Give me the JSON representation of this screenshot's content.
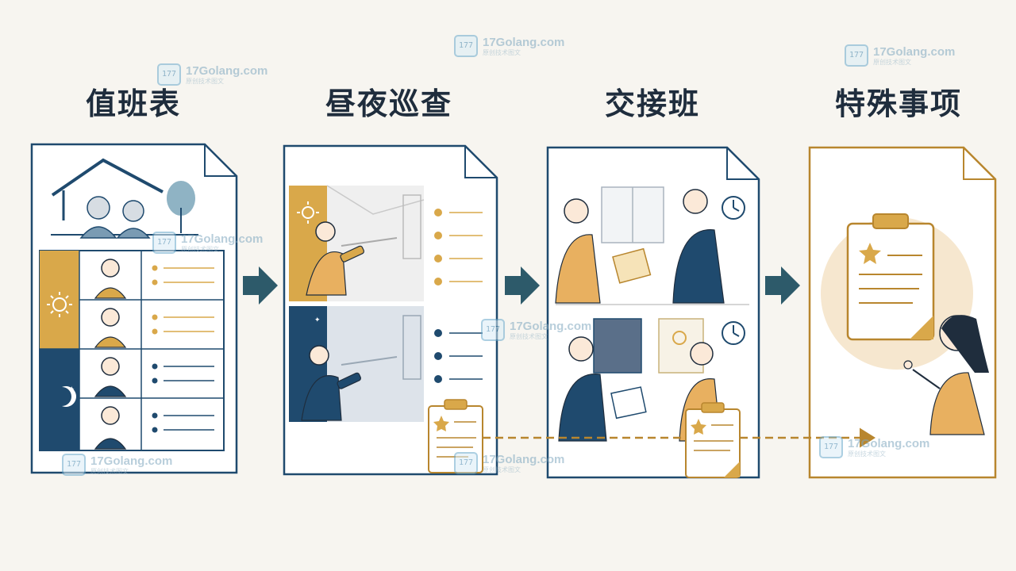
{
  "titles": {
    "duty_roster": "值班表",
    "day_night_patrol": "昼夜巡查",
    "shift_handover": "交接班",
    "special_matters": "特殊事项"
  },
  "watermark": {
    "brand": "17Golang.com",
    "sub": "原创技术图文"
  },
  "colors": {
    "navy": "#1f4a6e",
    "gold": "#d9a84a",
    "arrow": "#2d5a6a",
    "accent_line": "#b8862e",
    "background": "#f7f5f0"
  },
  "icons": [
    "sun-icon",
    "moon-icon",
    "star-icon",
    "clock-icon",
    "clipboard-icon",
    "flashlight-icon",
    "house-icon",
    "tree-icon"
  ]
}
